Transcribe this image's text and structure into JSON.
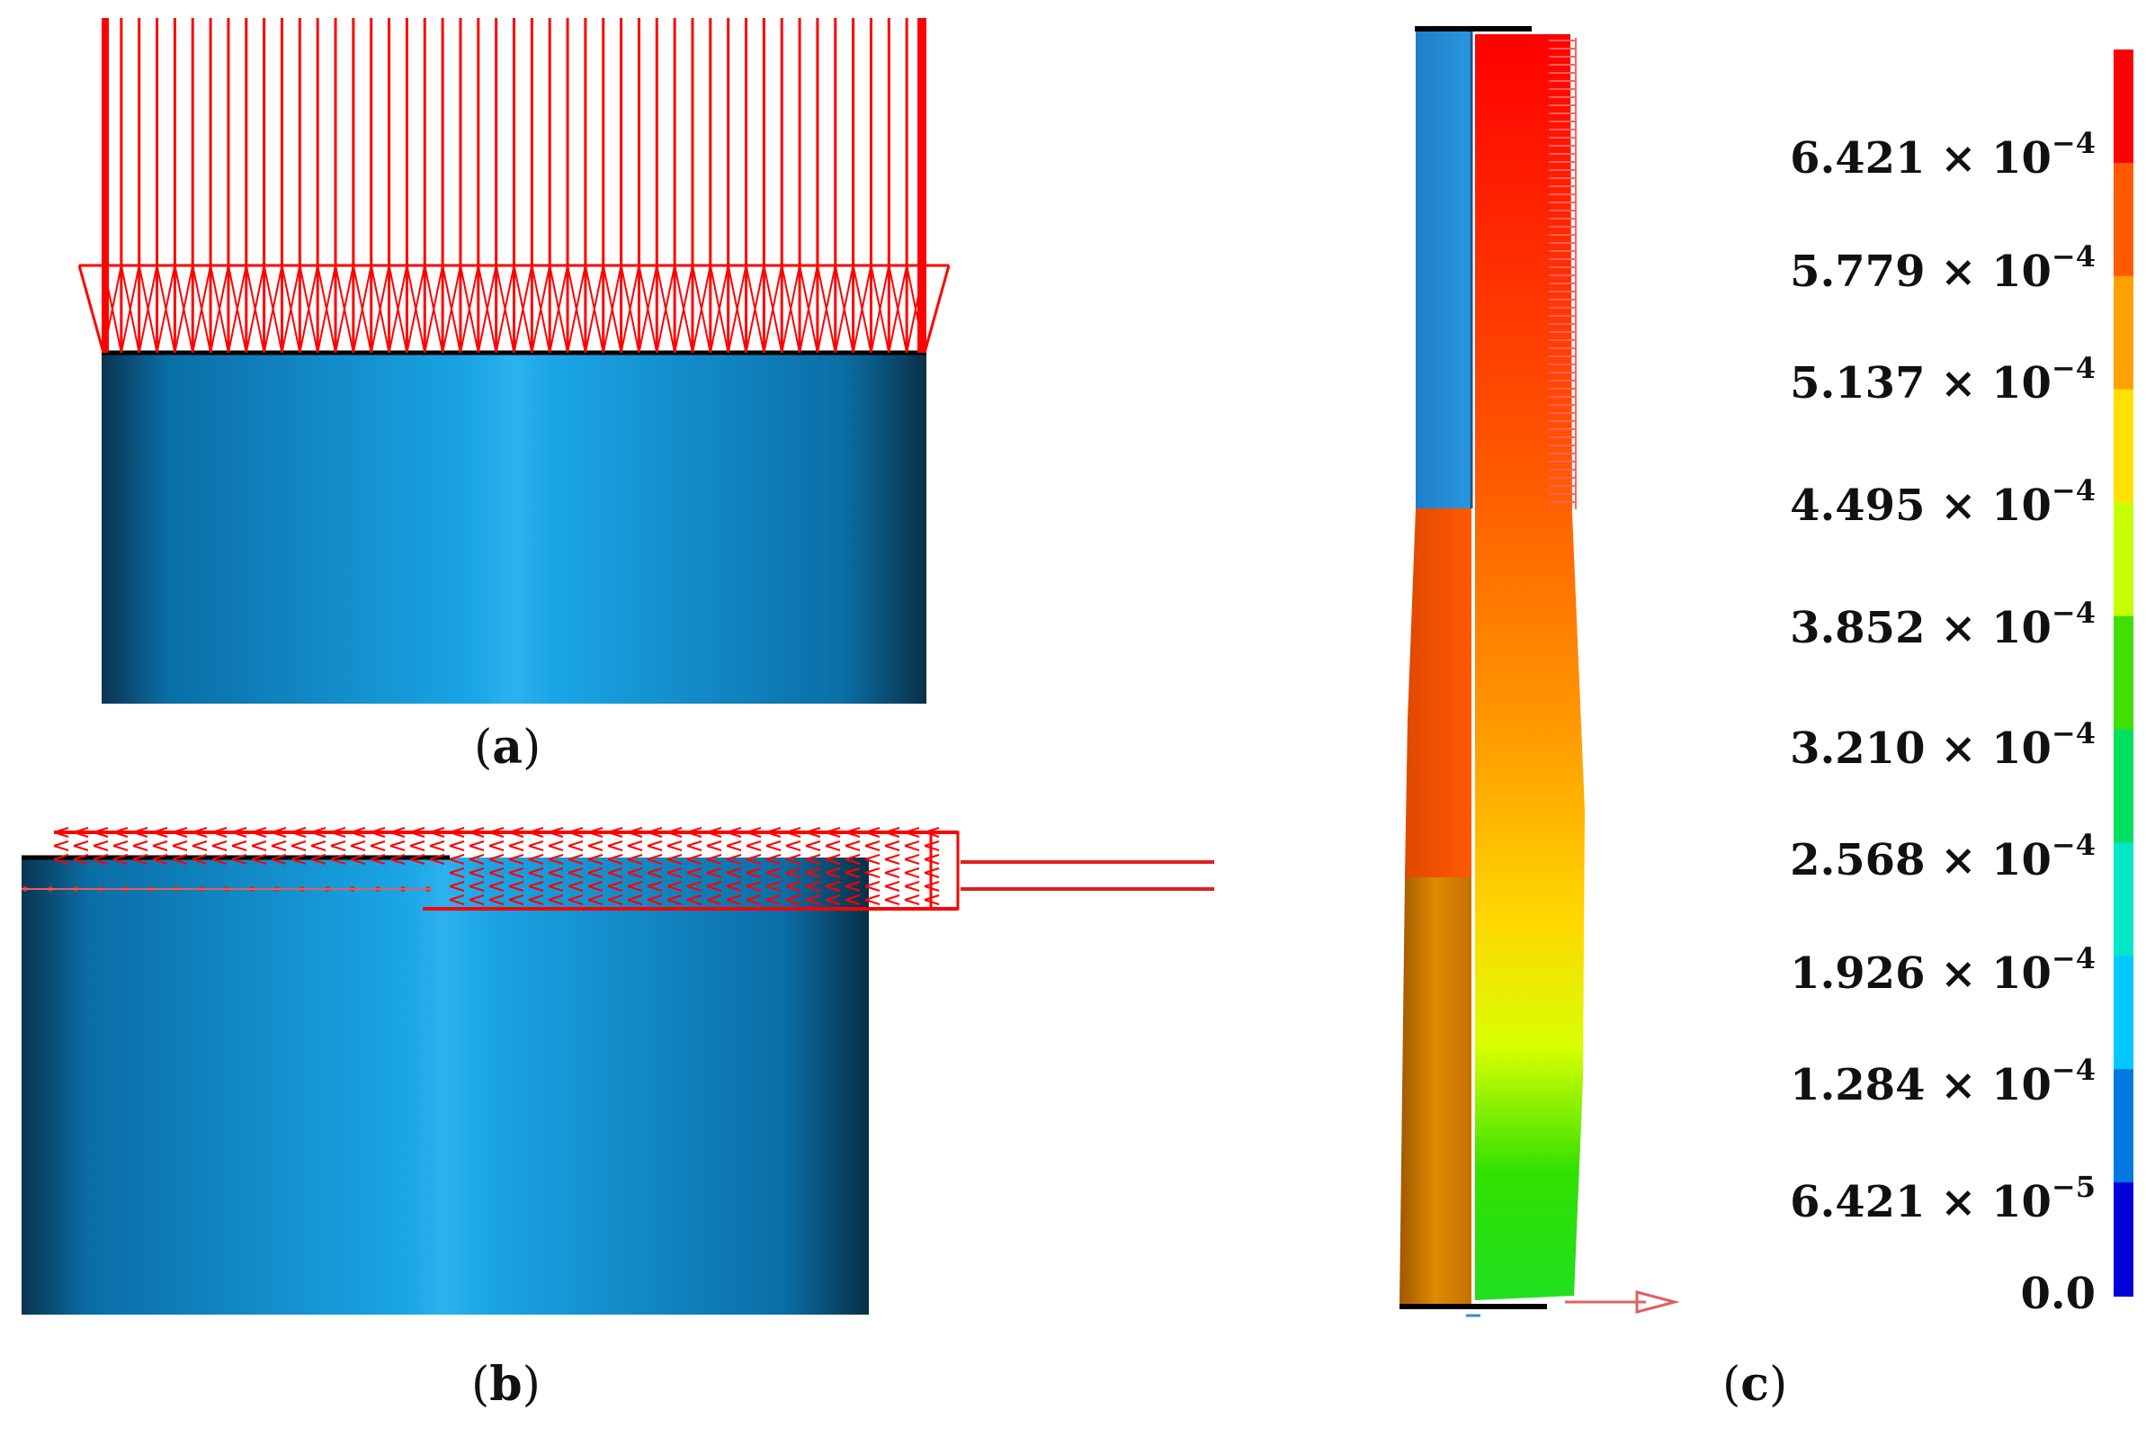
{
  "panels": {
    "a": {
      "caption_open": "(",
      "caption_letter": "a",
      "caption_close": ")"
    },
    "b": {
      "caption_open": "(",
      "caption_letter": "b",
      "caption_close": ")"
    },
    "c": {
      "caption_open": "(",
      "caption_letter": "c",
      "caption_close": ")"
    }
  },
  "legend": {
    "levels": [
      {
        "mant": "6.421",
        "exp": "−4"
      },
      {
        "mant": "5.779",
        "exp": "−4"
      },
      {
        "mant": "5.137",
        "exp": "−4"
      },
      {
        "mant": "4.495",
        "exp": "−4"
      },
      {
        "mant": "3.852",
        "exp": "−4"
      },
      {
        "mant": "3.210",
        "exp": "−4"
      },
      {
        "mant": "2.568",
        "exp": "−4"
      },
      {
        "mant": "1.926",
        "exp": "−4"
      },
      {
        "mant": "1.284",
        "exp": "−4"
      },
      {
        "mant": "6.421",
        "exp": "−5"
      },
      {
        "mant": "0.0",
        "exp": ""
      }
    ],
    "times": "× 10",
    "colors": [
      "#ff0000",
      "#ff5a00",
      "#ffa000",
      "#ffe000",
      "#c8ff00",
      "#40e000",
      "#00e060",
      "#00e8c8",
      "#00c8ff",
      "#0078e0",
      "#0000d8"
    ]
  },
  "colors": {
    "force": "#ff0000",
    "cylinder": "#0e8fd0",
    "frame": "#000000"
  }
}
